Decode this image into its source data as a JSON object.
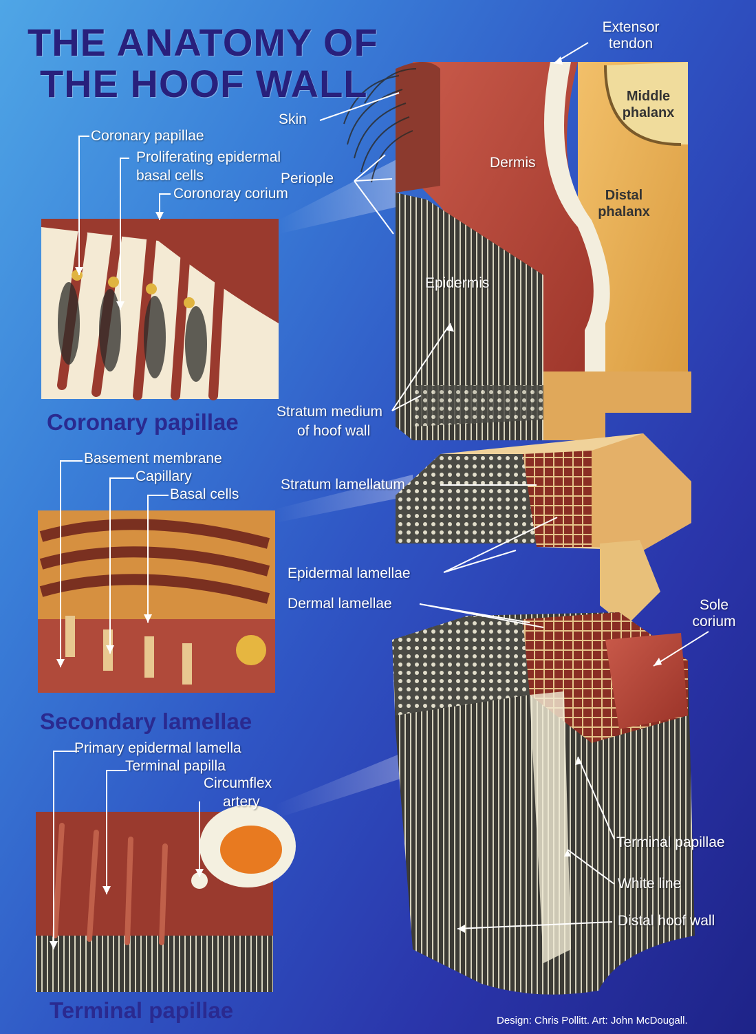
{
  "title": {
    "line1": "THE ANATOMY OF",
    "line2": "THE HOOF WALL"
  },
  "captions": {
    "coronary": "Coronary papillae",
    "secondary": "Secondary lamellae",
    "terminal": "Terminal papillae"
  },
  "labels": {
    "extensor_tendon": "Extensor tendon",
    "middle_phalanx": "Middle phalanx",
    "skin": "Skin",
    "dermis": "Dermis",
    "distal_phalanx": "Distal phalanx",
    "periople": "Periople",
    "epidermis": "Epidermis",
    "stratum_medium_line1": "Stratum medium",
    "stratum_medium_line2": "of hoof wall",
    "stratum_lamellatum": "Stratum lamellatum",
    "epidermal_lamellae": "Epidermal lamellae",
    "dermal_lamellae": "Dermal lamellae",
    "sole_corium": "Sole corium",
    "terminal_papillae": "Terminal papillae",
    "white_line": "White line",
    "distal_hoof_wall": "Distal hoof wall",
    "coronary_papillae": "Coronary papillae",
    "proliferating_line1": "Proliferating epidermal",
    "proliferating_line2": "basal cells",
    "coronoray_corium": "Coronoray corium",
    "basement_membrane": "Basement membrane",
    "capillary": "Capillary",
    "basal_cells": "Basal cells",
    "primary_epidermal_lamella": "Primary epidermal lamella",
    "terminal_papilla": "Terminal papilla",
    "circumflex_artery_line1": "Circumflex",
    "circumflex_artery_line2": "artery"
  },
  "credit": "Design: Chris Pollitt.  Art: John McDougall.",
  "colors": {
    "bg_light": "#4fa6e6",
    "bg_dark": "#1e2388",
    "title": "#28207c",
    "dermis": "#b8463a",
    "bone": "#e8b15a",
    "horn": "#3a3a38"
  }
}
